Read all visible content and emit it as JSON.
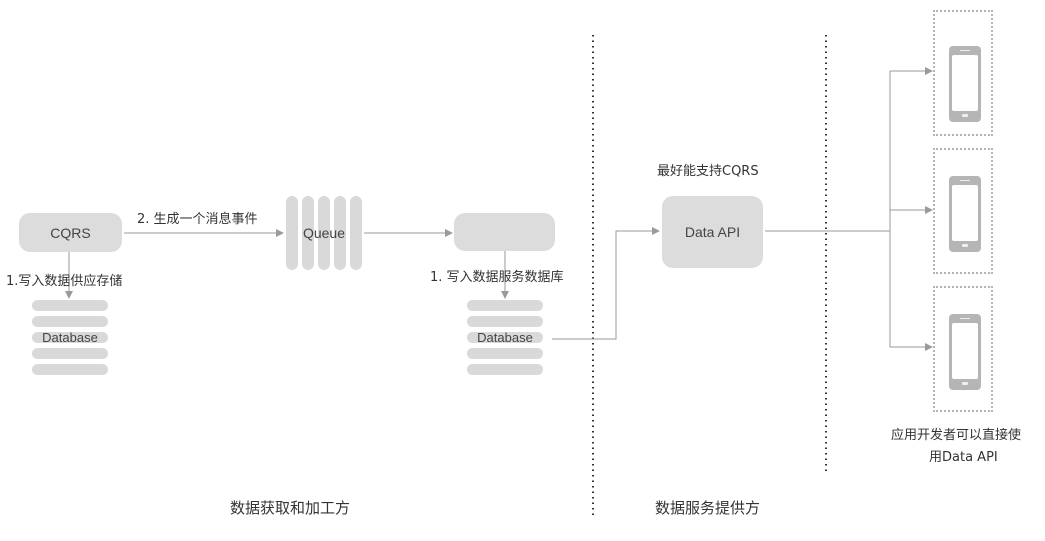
{
  "nodes": {
    "cqrs": "CQRS",
    "queue": "Queue",
    "left_database": "Database",
    "right_database": "Database",
    "data_api": "Data API"
  },
  "edge_labels": {
    "write_storage": "1.写入数据供应存储",
    "generate_event": "2. 生成一个消息事件",
    "write_service_db": "1. 写入数据服务数据库",
    "best_support_cqrs": "最好能支持CQRS"
  },
  "regions": {
    "left": "数据获取和加工方",
    "middle": "数据服务提供方"
  },
  "app_note": {
    "line1": "应用开发者可以直接使",
    "line2": "用Data API"
  },
  "icons": [
    "phone-icon",
    "phone-icon",
    "phone-icon"
  ],
  "colors": {
    "node_fill": "#dcdcdc",
    "line": "#9a9a9a",
    "phone": "#b5b5b5",
    "divider": "#333333"
  }
}
